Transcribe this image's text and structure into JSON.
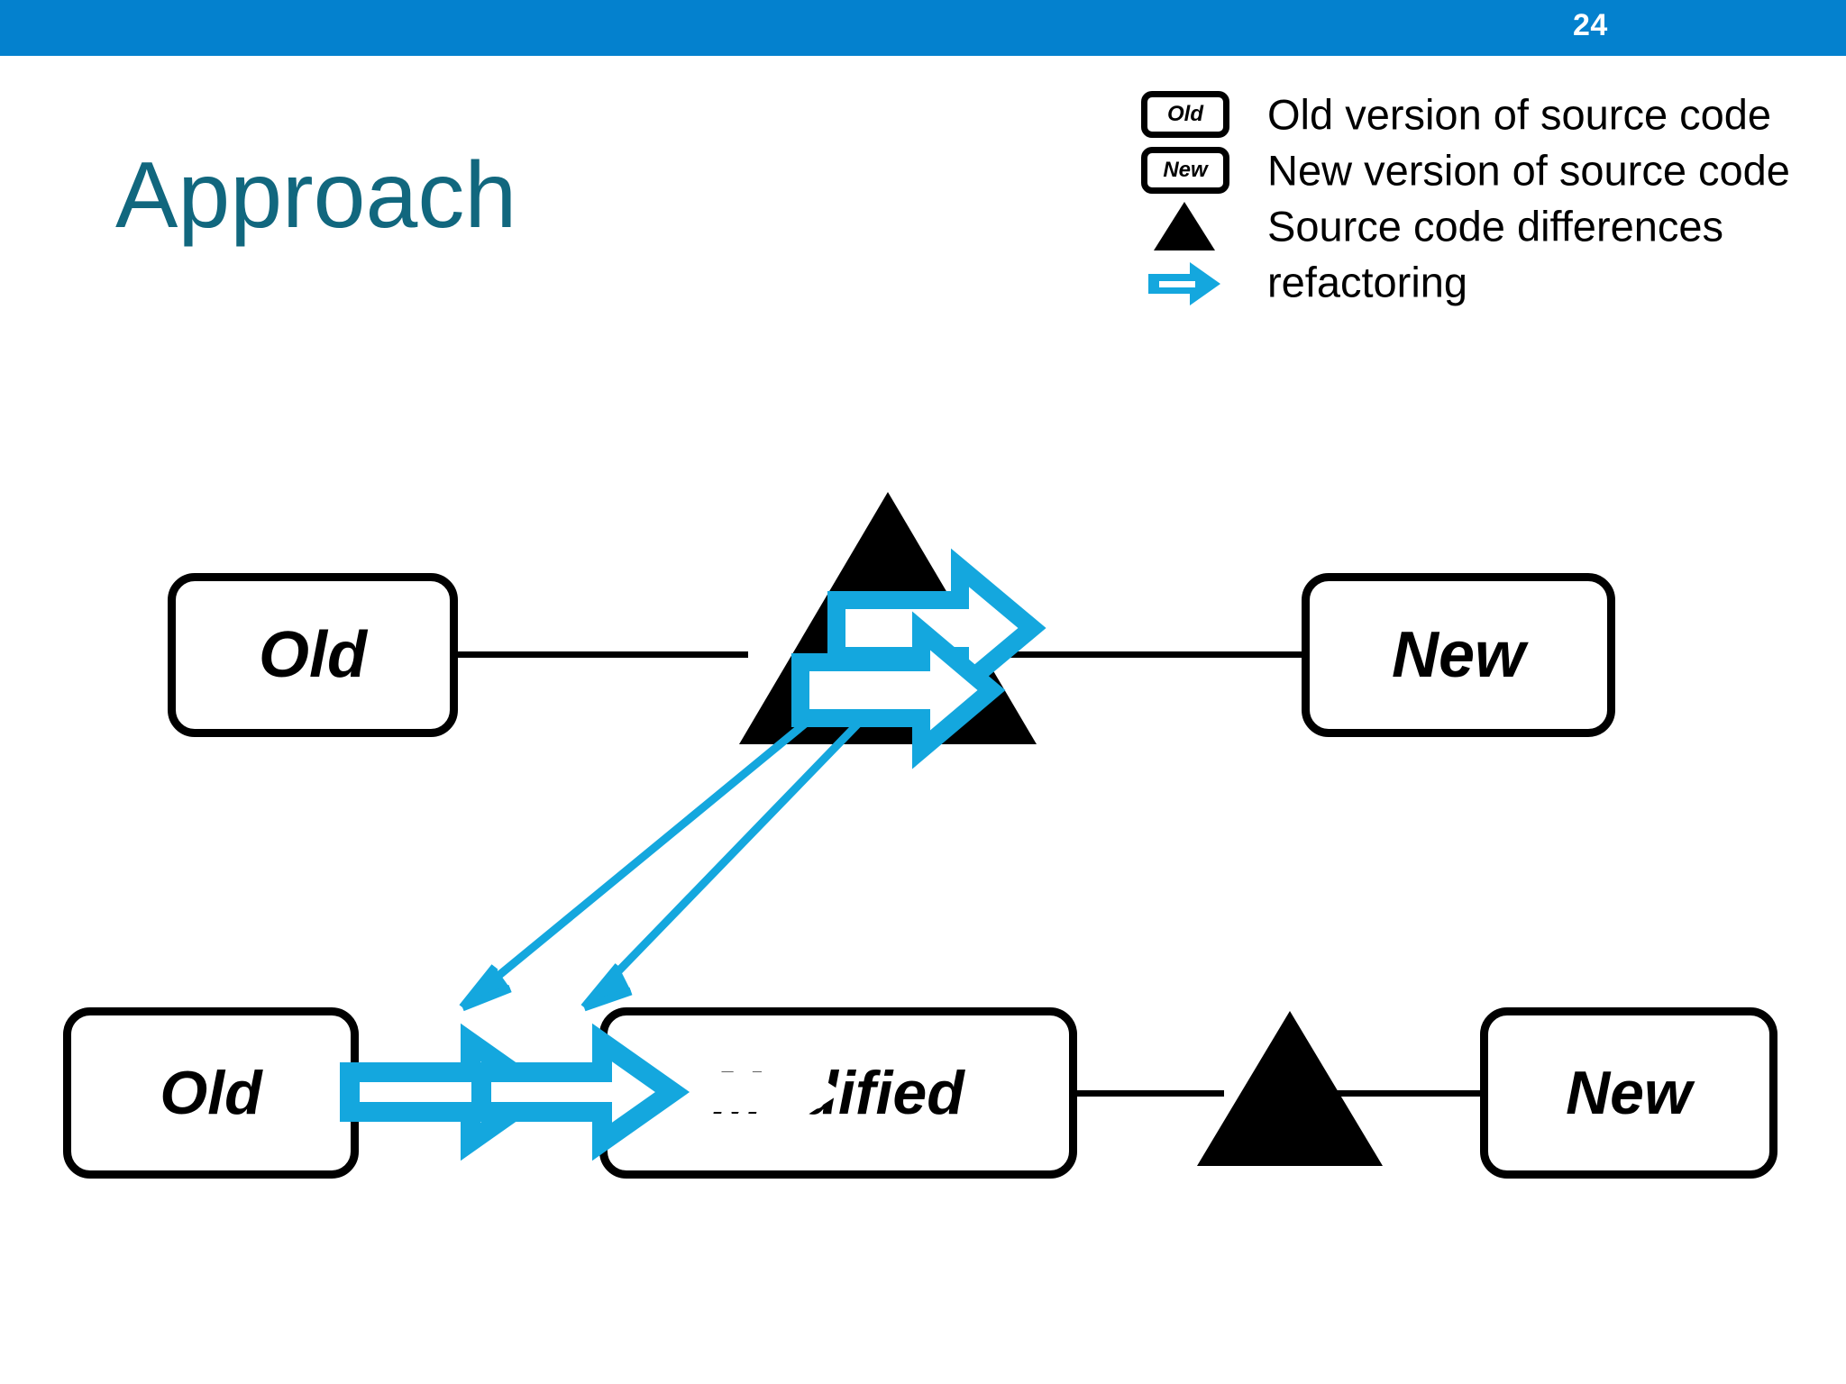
{
  "slide": {
    "page_number": "24",
    "title": "Approach",
    "title_color": "#11677E",
    "header_color": "#0481CE",
    "accent_color": "#14A7DE",
    "line_color": "#000000",
    "background": "#FFFFFF"
  },
  "legend": {
    "items": [
      {
        "icon": "old-box-icon",
        "icon_text": "Old",
        "label": "Old version of source code"
      },
      {
        "icon": "new-box-icon",
        "icon_text": "New",
        "label": "New version of source code"
      },
      {
        "icon": "black-triangle-icon",
        "icon_text": "",
        "label": "Source code differences"
      },
      {
        "icon": "refactoring-arrow-icon",
        "icon_text": "",
        "label": "refactoring"
      }
    ]
  },
  "diagram": {
    "top_row": {
      "left_node": "Old",
      "right_node": "New",
      "center_marker": "source-code-differences-triangle",
      "refactoring_arrow_count": 2
    },
    "bottom_row": {
      "left_node": "Old",
      "middle_node": "Modified",
      "right_node": "New",
      "center_marker": "source-code-differences-triangle",
      "refactoring_arrow_count": 2
    },
    "mapping_arrow_count": 2
  }
}
